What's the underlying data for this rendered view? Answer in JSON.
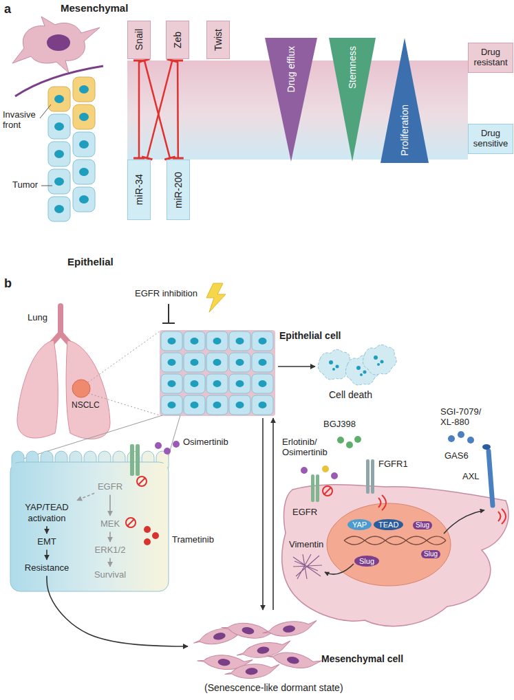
{
  "diagram": {
    "nodes": [
      {
        "text": [
          "Snail"
        ]
      },
      {
        "text": [
          "Zeb"
        ]
      },
      {
        "text": [
          "Twist"
        ]
      },
      {
        "text": [
          "Drug efflux"
        ]
      },
      {
        "text": [
          "Stemness"
        ]
      },
      {
        "text": [
          "Proliferation"
        ]
      },
      {
        "text": [
          "Drug resistant"
        ]
      },
      {
        "text": [
          "miR-34"
        ]
      },
      {
        "text": [
          "miR-200"
        ]
      },
      {
        "text": [
          "Drug sensitive"
        ]
      },
      {
        "text": [
          "Epithelial cell"
        ]
      },
      {
        "text": [
          "Cell death"
        ]
      },
      {
        "text": [
          "EGFR"
        ]
      },
      {
        "text": [
          "YAP/TEAD activation"
        ]
      },
      {
        "text": [
          "MEK"
        ]
      },
      {
        "text": [
          "EMT"
        ]
      },
      {
        "text": [
          "ERK1/2"
        ]
      },
      {
        "text": [
          "Resistance"
        ]
      },
      {
        "text": [
          "Survival"
        ]
      },
      {
        "text": [
          "YAP"
        ]
      },
      {
        "text": [
          "TEAD"
        ]
      },
      {
        "text": [
          "Slug"
        ]
      },
      {
        "text": [
          "Mesenchymal cell",
          "(Senescence-like dormant state)"
        ]
      }
    ],
    "edges": [
      {
        "from": 0,
        "to": 7,
        "arrow": "both"
      },
      {
        "from": 0,
        "to": 8,
        "arrow": "both"
      },
      {
        "from": 1,
        "to": 7,
        "arrow": "both"
      },
      {
        "from": 1,
        "to": 8,
        "arrow": "both"
      },
      {
        "from": 10,
        "to": 11,
        "arrow": "to"
      },
      {
        "from": 10,
        "to": 22,
        "arrow": "to"
      },
      {
        "from": 22,
        "to": 10,
        "arrow": "to"
      },
      {
        "from": 12,
        "to": 14,
        "arrow": "to"
      },
      {
        "from": 12,
        "to": 13,
        "arrow": "to"
      },
      {
        "from": 13,
        "to": 15,
        "arrow": "to"
      },
      {
        "from": 15,
        "to": 17,
        "arrow": "to"
      },
      {
        "from": 14,
        "to": 16,
        "arrow": "to"
      },
      {
        "from": 16,
        "to": 18,
        "arrow": "to"
      },
      {
        "from": 17,
        "to": 22,
        "arrow": "to"
      }
    ],
    "labels": [
      "a",
      "Mesenchymal",
      "Invasive front",
      "Tumor",
      "Epithelial",
      "b",
      "EGFR inhibition",
      "Lung",
      "NSCLC",
      "Osimertinib",
      "Trametinib",
      "Erlotinib/ Osimertinib",
      "BGJ398",
      "FGFR1",
      "SGI-7079/ XL-880",
      "GAS6",
      "AXL",
      "EGFR",
      "Vimentin",
      "Slug",
      "Slug"
    ]
  }
}
